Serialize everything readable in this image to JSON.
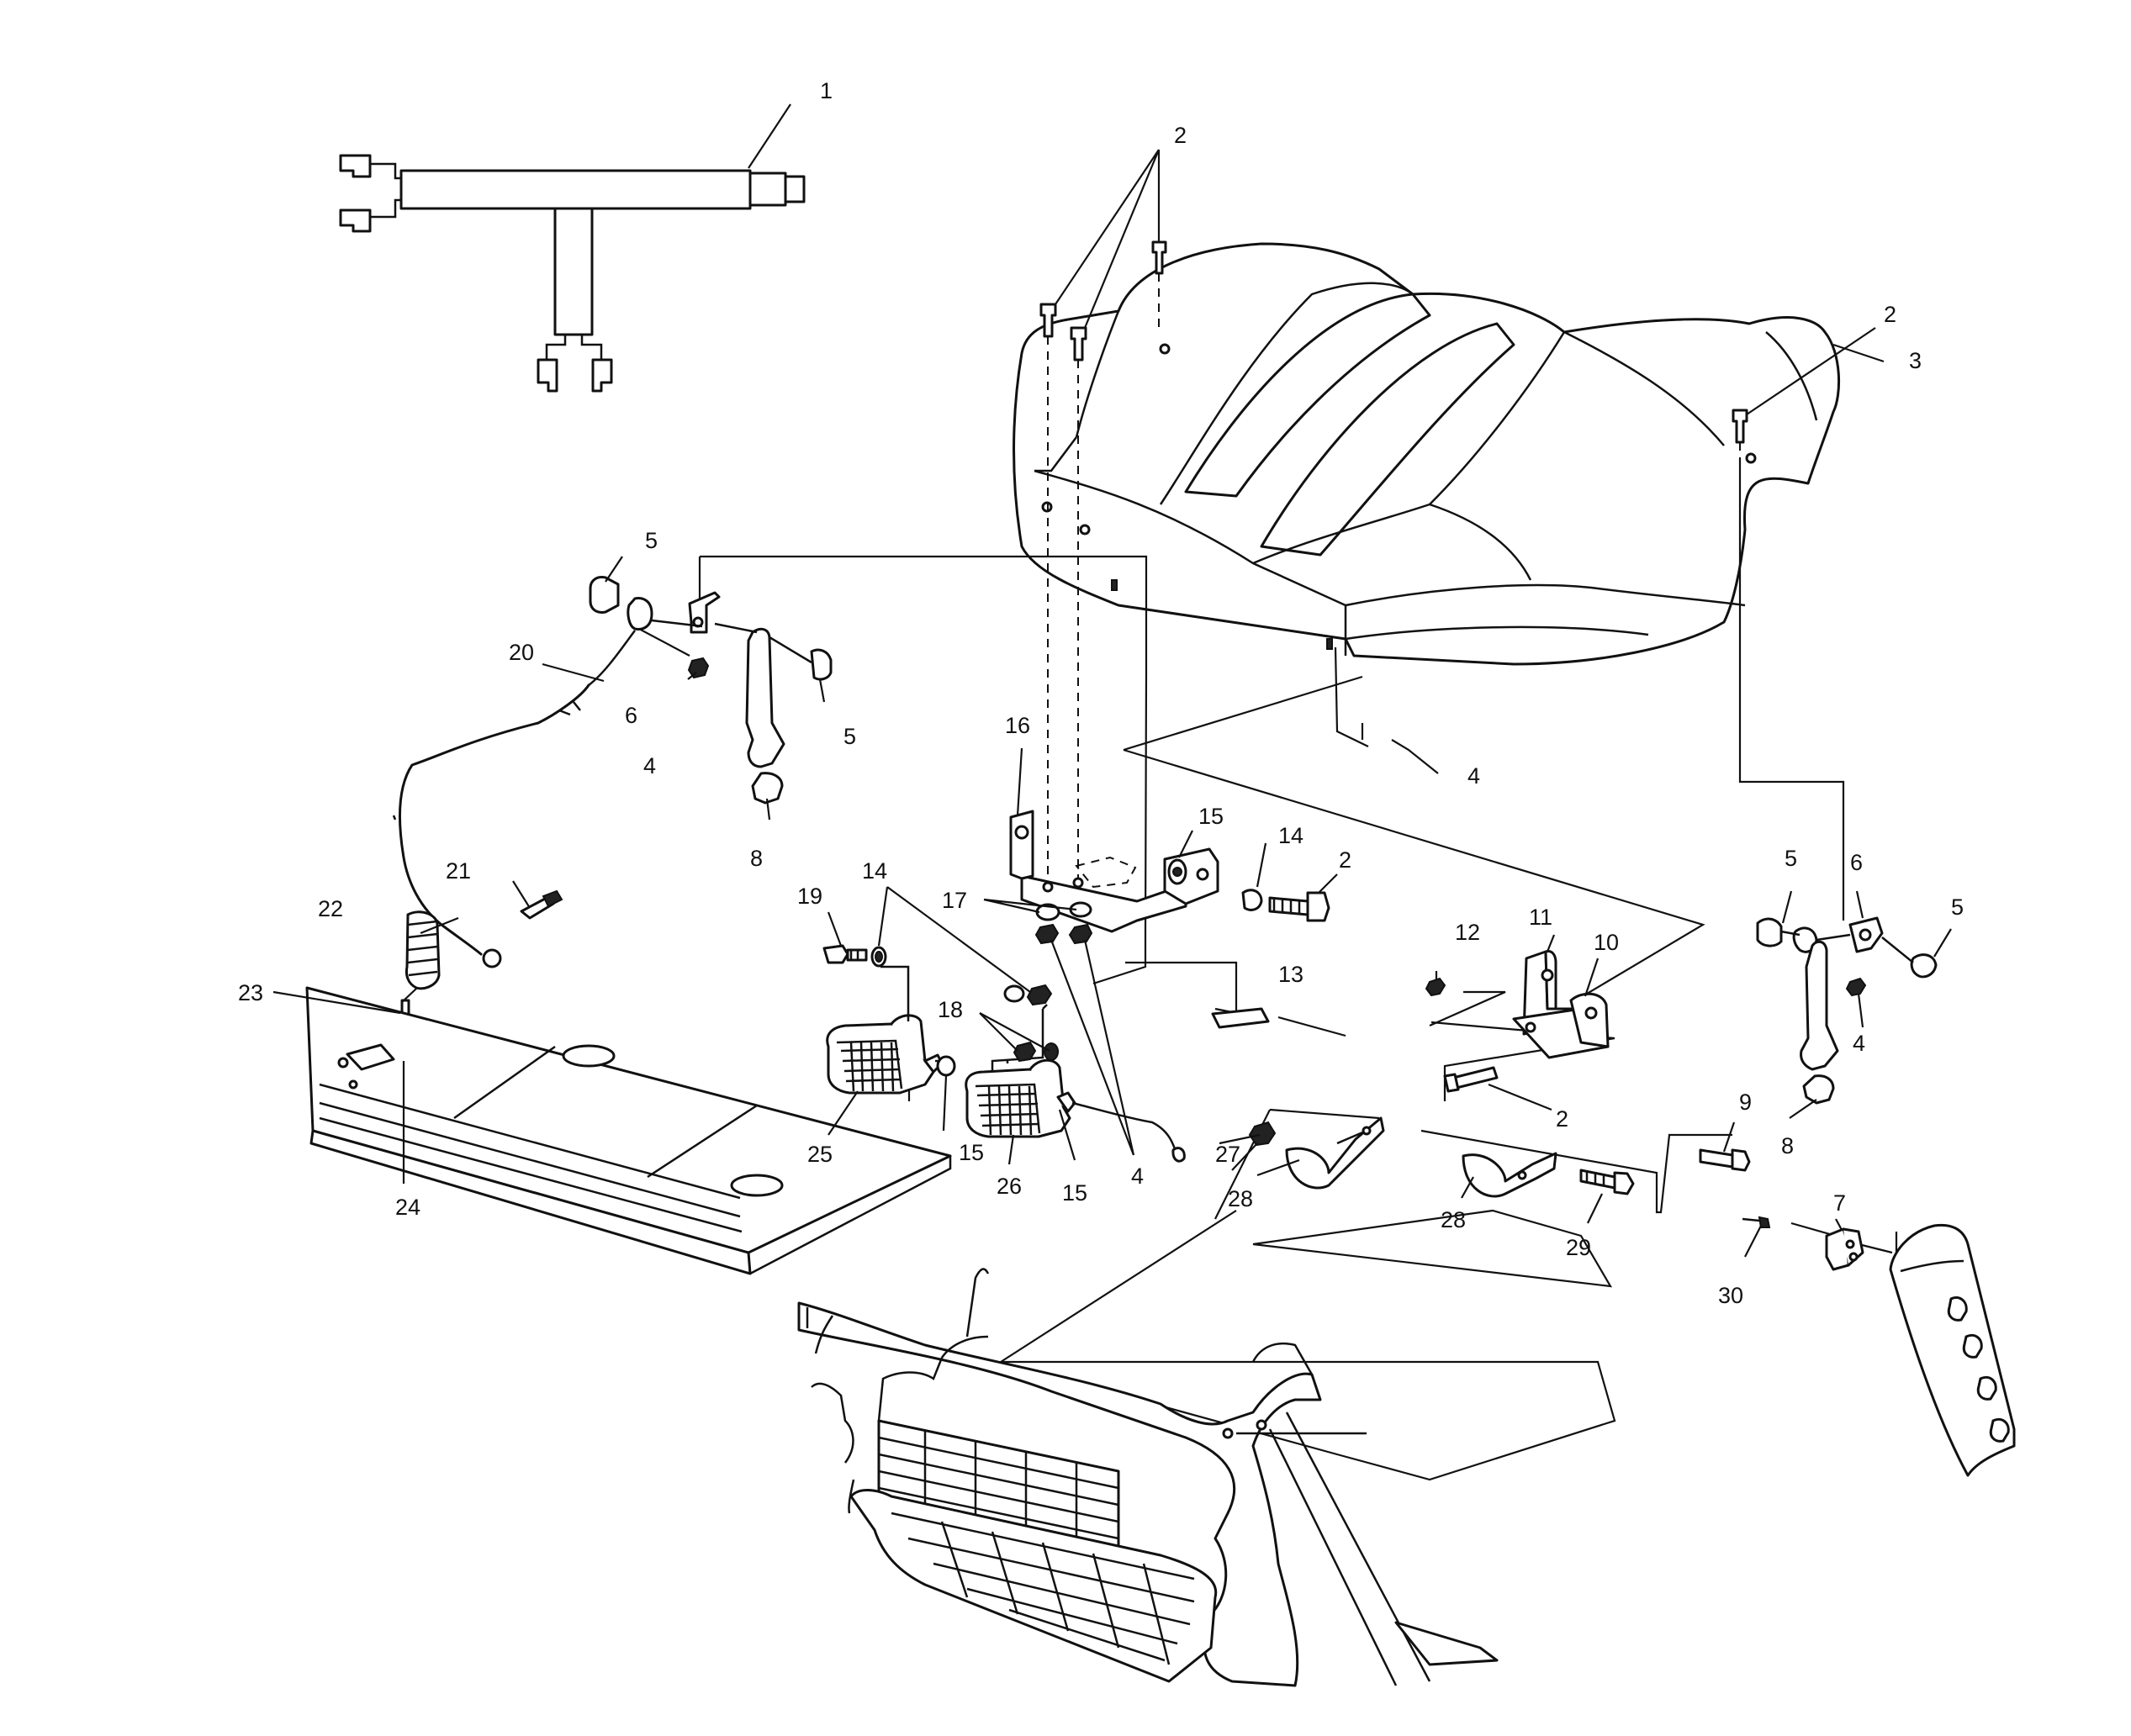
{
  "callouts": [
    {
      "id": "c1",
      "text": "1"
    },
    {
      "id": "c2a",
      "text": "2"
    },
    {
      "id": "c2b",
      "text": "2"
    },
    {
      "id": "c2c",
      "text": "2"
    },
    {
      "id": "c2d",
      "text": "2"
    },
    {
      "id": "c3",
      "text": "3"
    },
    {
      "id": "c4a",
      "text": "4"
    },
    {
      "id": "c4b",
      "text": "4"
    },
    {
      "id": "c4c",
      "text": "4"
    },
    {
      "id": "c4d",
      "text": "4"
    },
    {
      "id": "c5a",
      "text": "5"
    },
    {
      "id": "c5b",
      "text": "5"
    },
    {
      "id": "c5c",
      "text": "5"
    },
    {
      "id": "c5d",
      "text": "5"
    },
    {
      "id": "c6a",
      "text": "6"
    },
    {
      "id": "c6b",
      "text": "6"
    },
    {
      "id": "c7",
      "text": "7"
    },
    {
      "id": "c8a",
      "text": "8"
    },
    {
      "id": "c8b",
      "text": "8"
    },
    {
      "id": "c9",
      "text": "9"
    },
    {
      "id": "c10",
      "text": "10"
    },
    {
      "id": "c11",
      "text": "11"
    },
    {
      "id": "c12",
      "text": "12"
    },
    {
      "id": "c13",
      "text": "13"
    },
    {
      "id": "c14a",
      "text": "14"
    },
    {
      "id": "c14b",
      "text": "14"
    },
    {
      "id": "c15a",
      "text": "15"
    },
    {
      "id": "c15b",
      "text": "15"
    },
    {
      "id": "c15c",
      "text": "15"
    },
    {
      "id": "c16",
      "text": "16"
    },
    {
      "id": "c17",
      "text": "17"
    },
    {
      "id": "c18",
      "text": "18"
    },
    {
      "id": "c19",
      "text": "19"
    },
    {
      "id": "c20",
      "text": "20"
    },
    {
      "id": "c21",
      "text": "21"
    },
    {
      "id": "c22",
      "text": "22"
    },
    {
      "id": "c23",
      "text": "23"
    },
    {
      "id": "c24",
      "text": "24"
    },
    {
      "id": "c25",
      "text": "25"
    },
    {
      "id": "c26",
      "text": "26"
    },
    {
      "id": "c27",
      "text": "27"
    },
    {
      "id": "c28a",
      "text": "28"
    },
    {
      "id": "c28b",
      "text": "28"
    },
    {
      "id": "c29",
      "text": "29"
    },
    {
      "id": "c30",
      "text": "30"
    }
  ]
}
